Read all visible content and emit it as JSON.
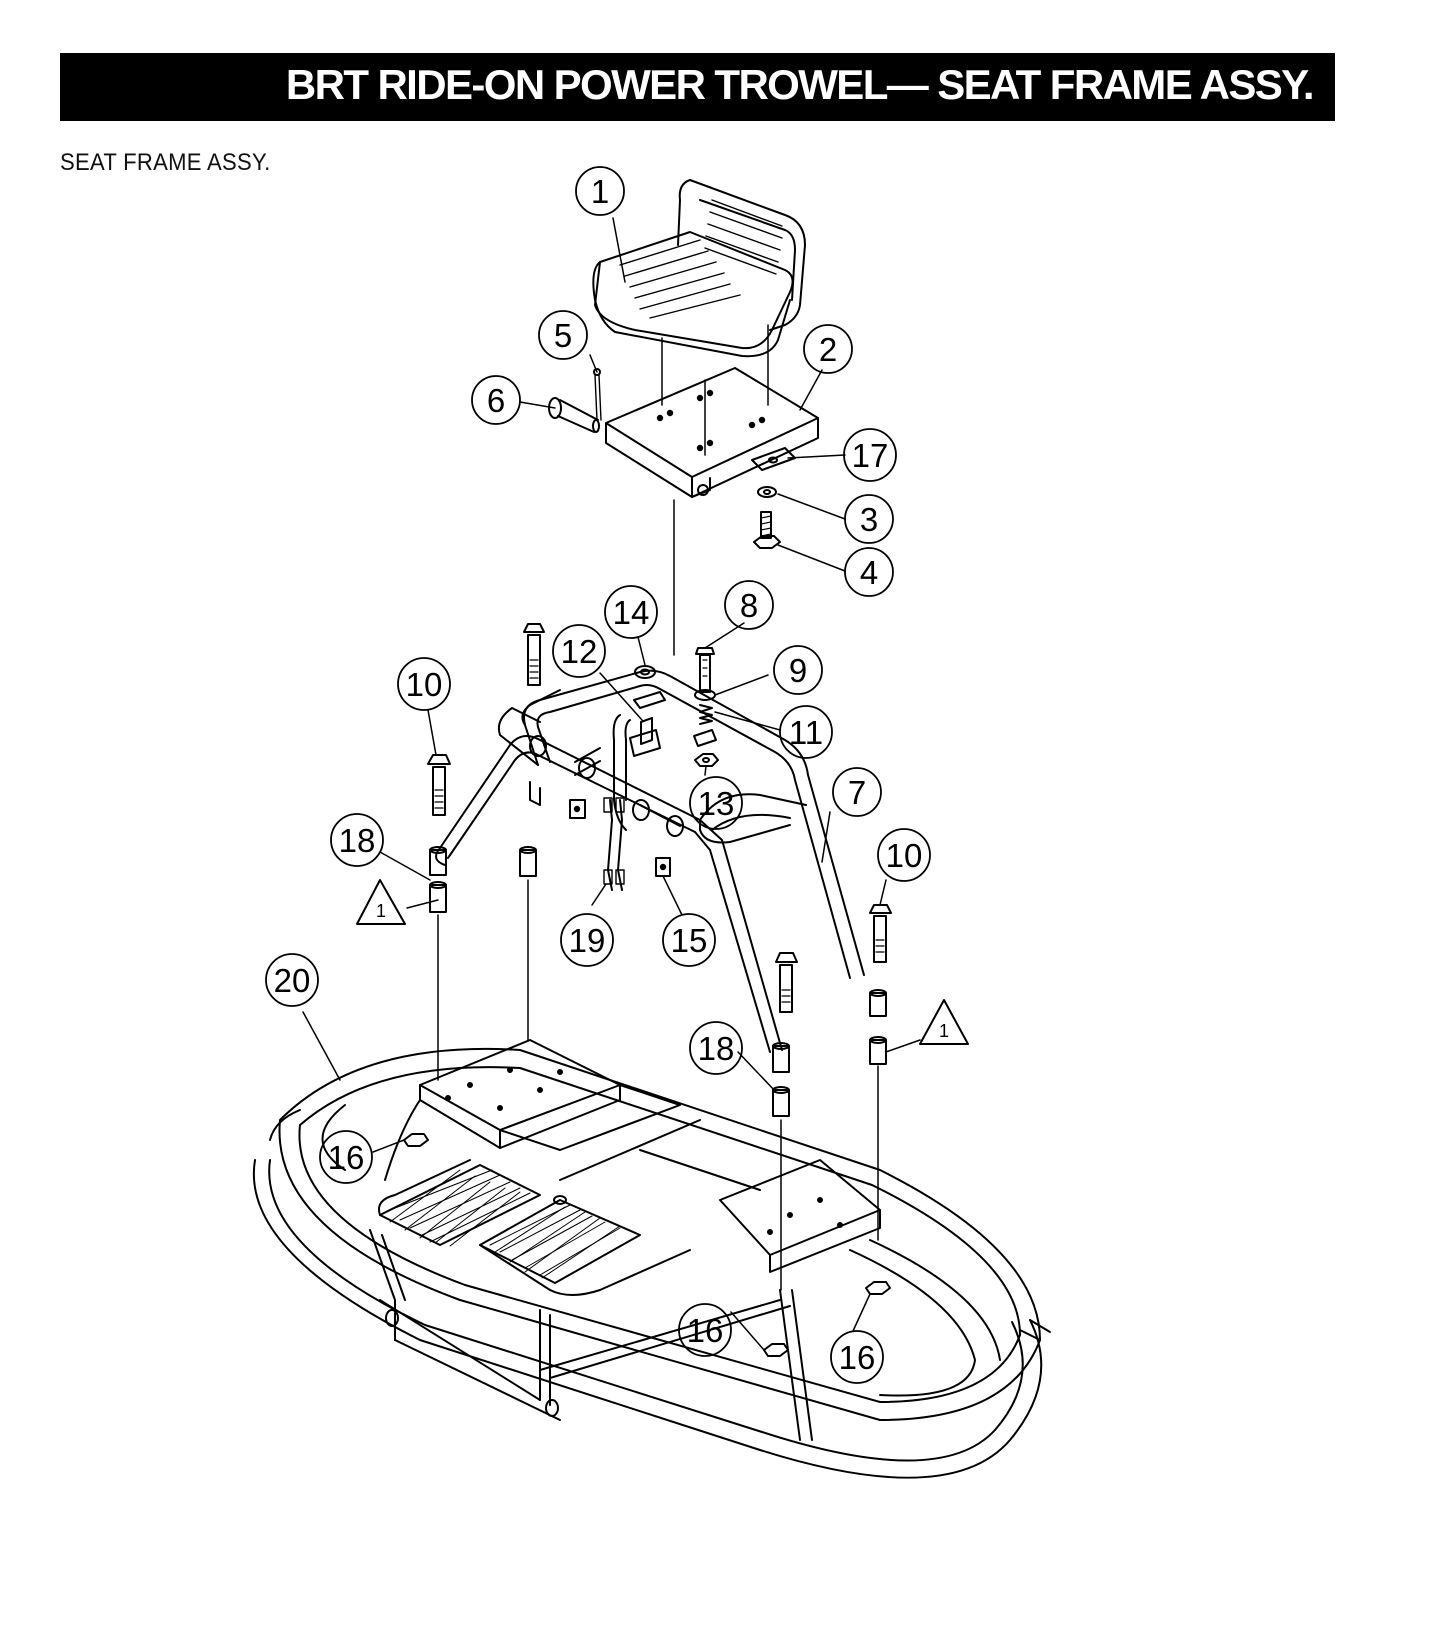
{
  "header": {
    "title": "BRT RIDE-ON POWER TROWEL— SEAT FRAME ASSY."
  },
  "subtitle": "SEAT FRAME ASSY.",
  "callouts": [
    "1",
    "2",
    "3",
    "4",
    "5",
    "6",
    "7",
    "8",
    "9",
    "10",
    "11",
    "12",
    "13",
    "14",
    "15",
    "16",
    "17",
    "18",
    "19",
    "20"
  ],
  "warning_marker": "1",
  "line_color": "#000000"
}
